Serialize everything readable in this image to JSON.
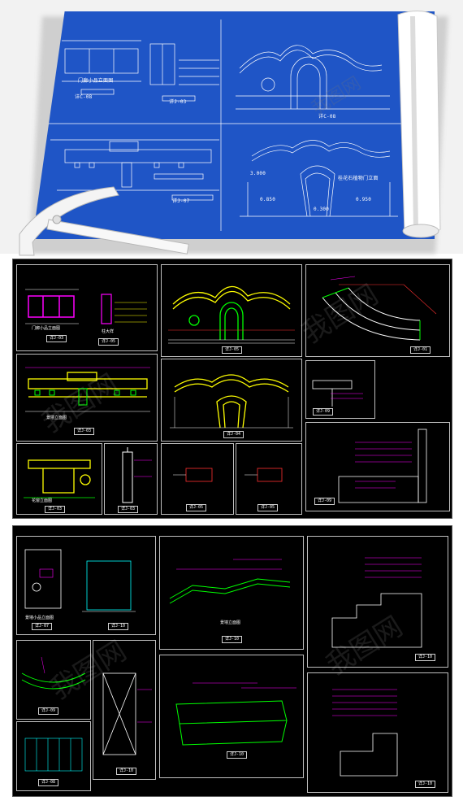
{
  "blueprint": {
    "labels": [
      {
        "id": "a",
        "text": "门廊小品立面图"
      },
      {
        "id": "b",
        "text": "详C-08"
      },
      {
        "id": "c",
        "text": "详J-03"
      },
      {
        "id": "d",
        "text": "详J-07"
      },
      {
        "id": "e",
        "text": "详C-08"
      },
      {
        "id": "f",
        "text": "桂花石植物门立面"
      },
      {
        "id": "g",
        "text": "3.000"
      },
      {
        "id": "h",
        "text": "0.850"
      },
      {
        "id": "i",
        "text": "0.950"
      },
      {
        "id": "j",
        "text": "0.300"
      }
    ]
  },
  "sheet1": {
    "panels": [
      {
        "id": "p1",
        "tag": "详J-03",
        "caption": "门廊小品立面图"
      },
      {
        "id": "p2",
        "tag": "详J-05",
        "caption": "柱大样"
      },
      {
        "id": "p3",
        "tag": "详J-05",
        "caption": ""
      },
      {
        "id": "p4",
        "tag": "详J-01",
        "caption": ""
      },
      {
        "id": "p5",
        "tag": "详J-03",
        "caption": "景墙立面图"
      },
      {
        "id": "p6",
        "tag": "详J-04",
        "caption": ""
      },
      {
        "id": "p7",
        "tag": "详J-03",
        "caption": "花窗立面图"
      },
      {
        "id": "p8",
        "tag": "详J-03",
        "caption": ""
      },
      {
        "id": "p9",
        "tag": "详J-05",
        "caption": ""
      },
      {
        "id": "p10",
        "tag": "详J-05",
        "caption": ""
      },
      {
        "id": "p11",
        "tag": "详J-09",
        "caption": ""
      },
      {
        "id": "p12",
        "tag": "详J-09",
        "caption": ""
      }
    ]
  },
  "sheet2": {
    "panels": [
      {
        "id": "q1",
        "tag": "详J-07",
        "caption": "景墙小品立面图"
      },
      {
        "id": "q2",
        "tag": "详J-10",
        "caption": ""
      },
      {
        "id": "q3",
        "tag": "详J-10",
        "caption": "景墙立面图"
      },
      {
        "id": "q4",
        "tag": "详J-10",
        "caption": ""
      },
      {
        "id": "q5",
        "tag": "详J-09",
        "caption": ""
      },
      {
        "id": "q6",
        "tag": "详J-10",
        "caption": ""
      },
      {
        "id": "q7",
        "tag": "详J-10",
        "caption": ""
      },
      {
        "id": "q8",
        "tag": "详J-08",
        "caption": ""
      },
      {
        "id": "q9",
        "tag": "详J-10",
        "caption": ""
      }
    ]
  },
  "watermark": "我图网",
  "colors": {
    "blueprint": "#1f55c6",
    "cad_bg": "#000000",
    "yellow": "#ffff00",
    "magenta": "#ff00ff",
    "green": "#00ff00",
    "cyan": "#00ffff",
    "red": "#ff3030"
  }
}
